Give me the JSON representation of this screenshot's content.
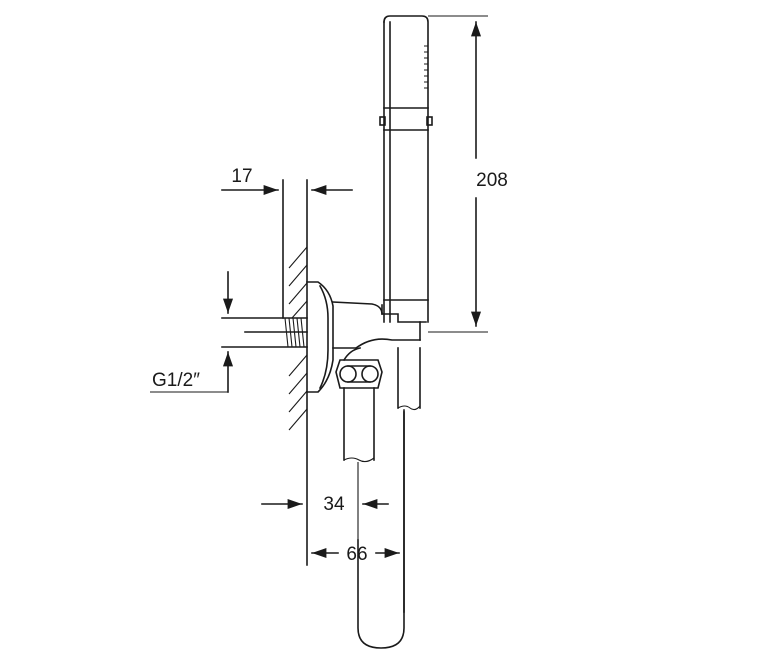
{
  "dimensions": {
    "handshower_length": "208",
    "wall_offset": "17",
    "outlet_offset": "34",
    "total_depth": "66",
    "thread_size": "G1/2″"
  }
}
